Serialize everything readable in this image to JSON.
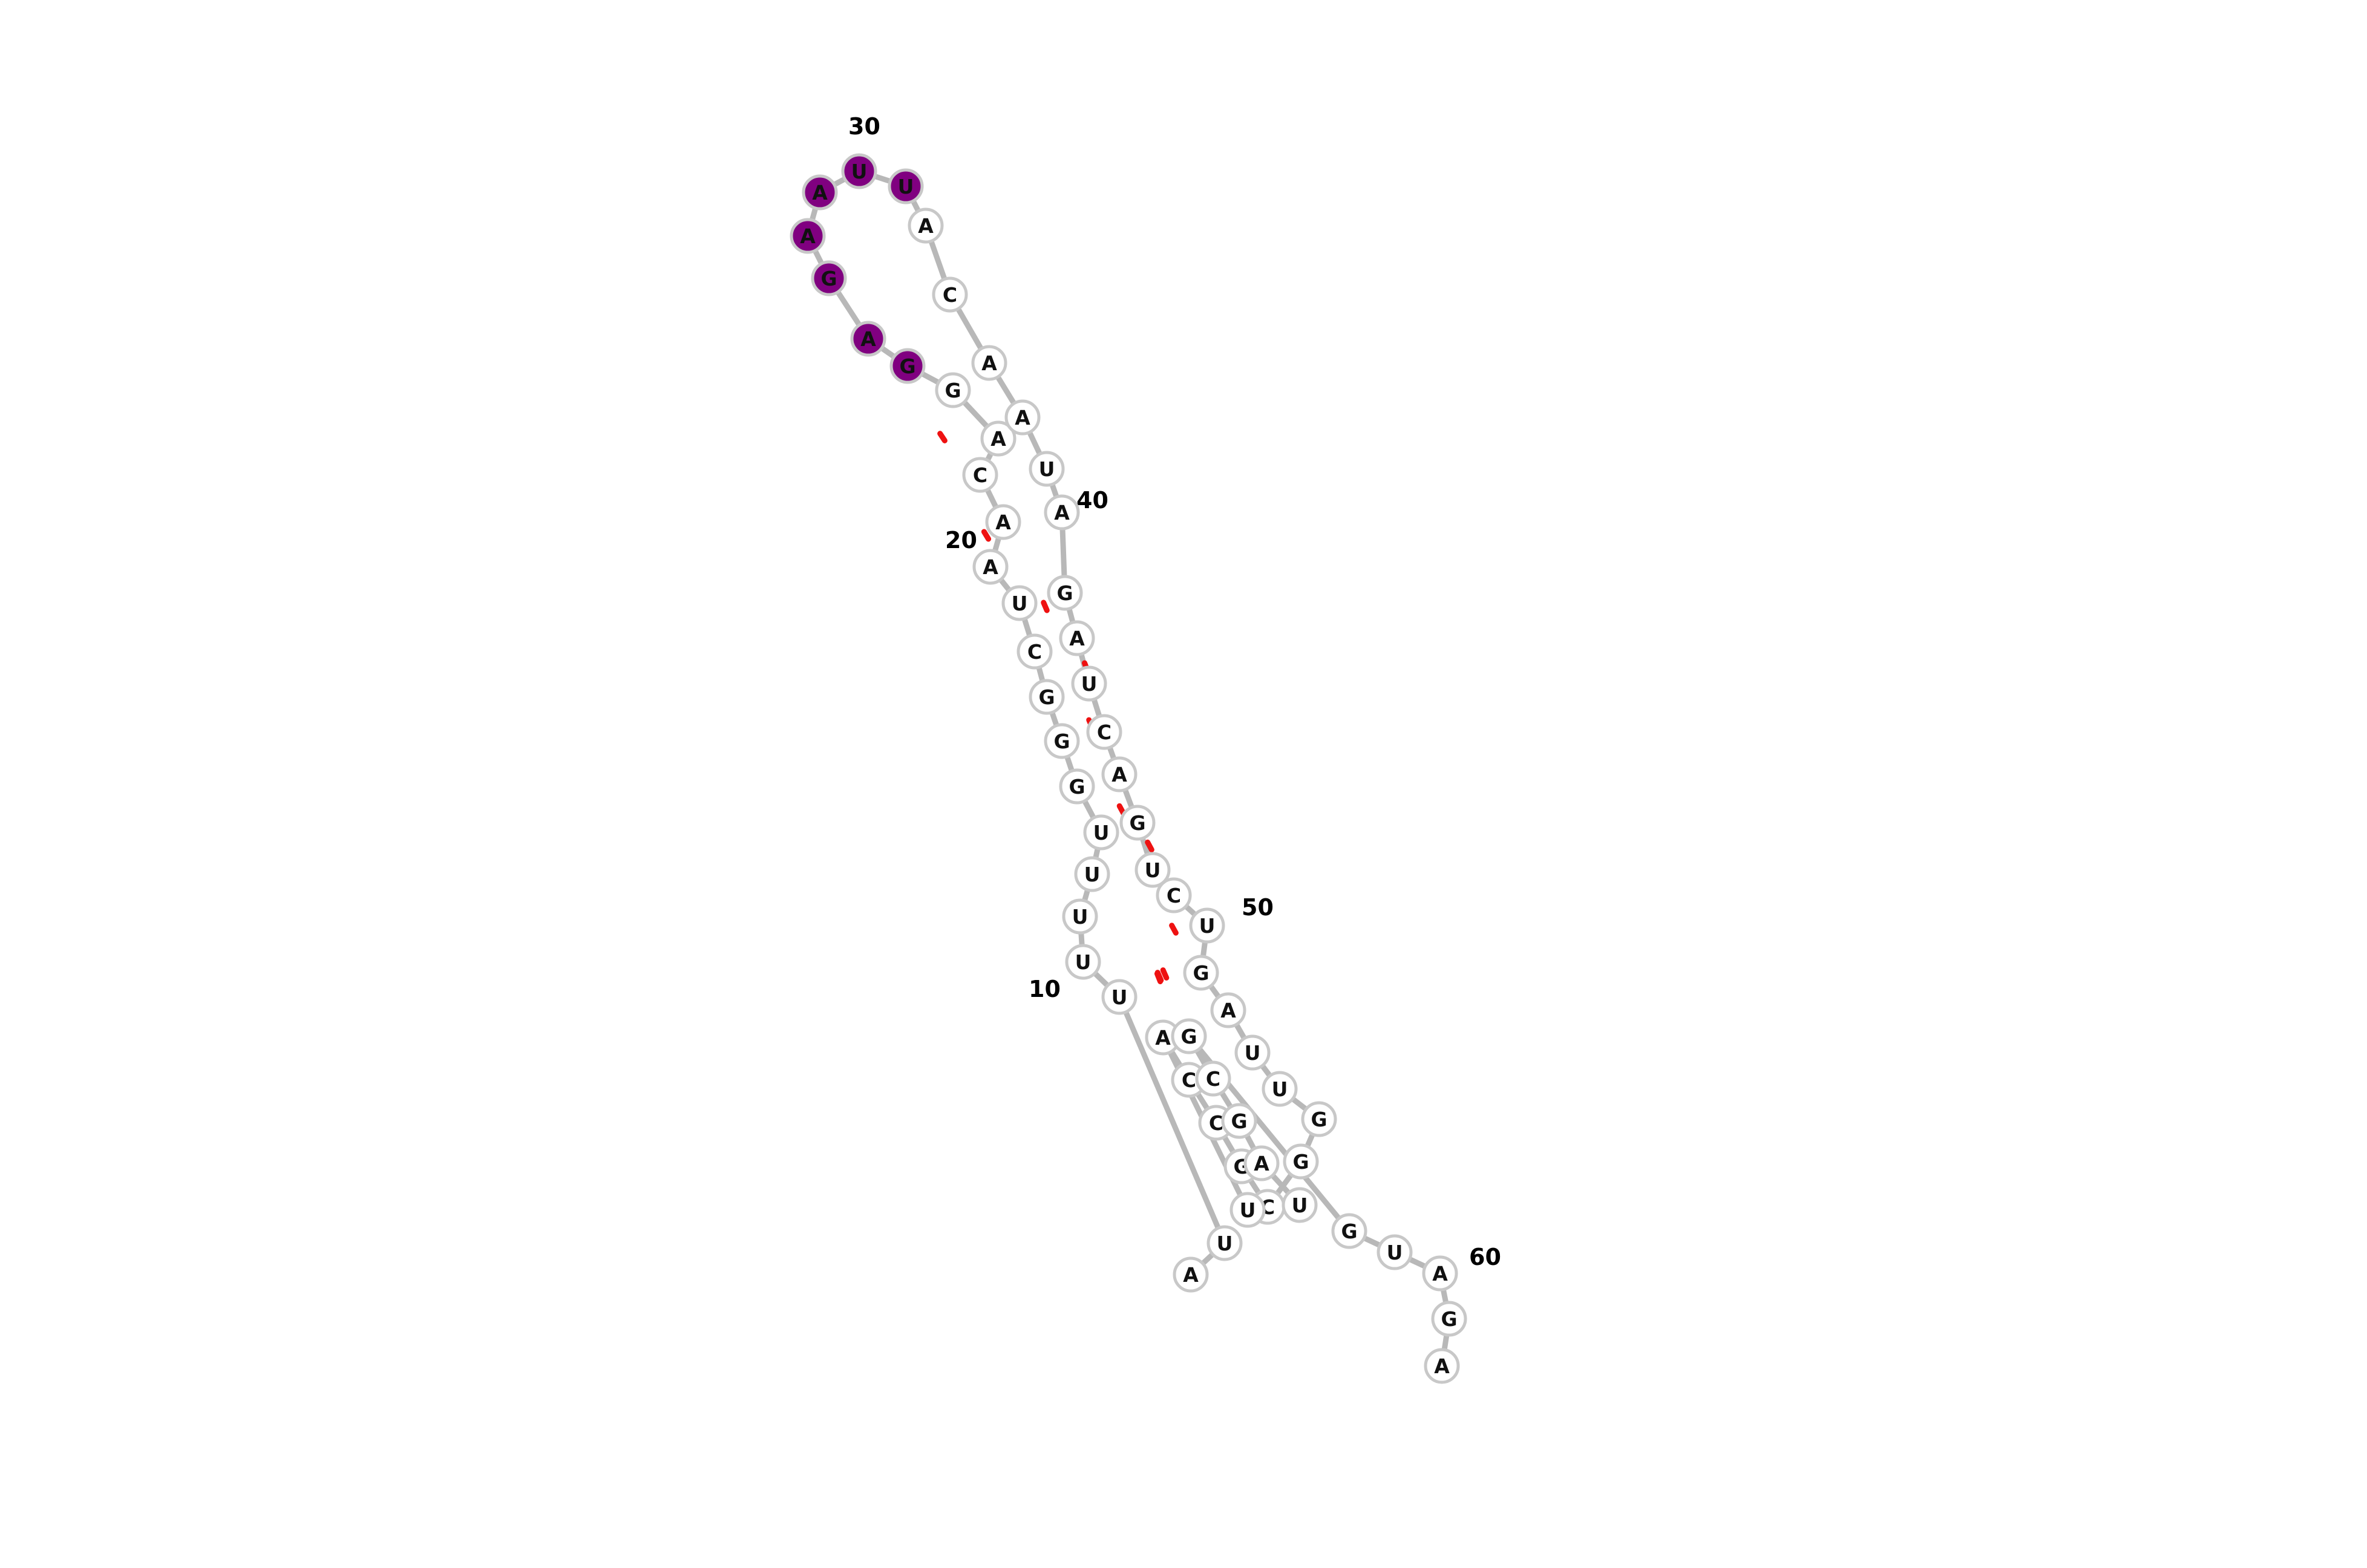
{
  "diagram": {
    "type": "rna-secondary-structure",
    "sequence": [
      "A",
      "U",
      "U",
      "U",
      "U",
      "U",
      "U",
      "G",
      "G",
      "G",
      "C",
      "U",
      "A",
      "A",
      "C",
      "A",
      "G",
      "G",
      "A",
      "G",
      "A",
      "A",
      "U",
      "U",
      "A",
      "C",
      "A",
      "A",
      "U",
      "A",
      "G",
      "A",
      "U",
      "C",
      "A",
      "G",
      "U",
      "C",
      "U",
      "G",
      "A",
      "U",
      "U",
      "G",
      "G",
      "C",
      "G",
      "C",
      "C",
      "A",
      "U",
      "U",
      "A",
      "G",
      "C",
      "G",
      "G",
      "U",
      "A",
      "G",
      "A"
    ],
    "base_pairs": [
      [
        6,
        47
      ],
      [
        7,
        46
      ],
      [
        8,
        45
      ],
      [
        9,
        44
      ],
      [
        10,
        43
      ],
      [
        11,
        42
      ],
      [
        12,
        41
      ],
      [
        14,
        39
      ],
      [
        15,
        37
      ],
      [
        16,
        35
      ],
      [
        18,
        33
      ],
      [
        20,
        31
      ],
      [
        51,
        57
      ],
      [
        52,
        56
      ],
      [
        53,
        55
      ],
      [
        54,
        54
      ]
    ],
    "highlighted": [
      17,
      18,
      19,
      20,
      21,
      22,
      23
    ],
    "position_labels": [
      {
        "index": 0,
        "text": "10"
      },
      {
        "index": 1,
        "text": "20"
      },
      {
        "index": 2,
        "text": "30"
      },
      {
        "index": 3,
        "text": "40"
      },
      {
        "index": 4,
        "text": "50"
      },
      {
        "index": 5,
        "text": "60"
      }
    ],
    "colors": {
      "backbone": "#b8b8b8",
      "pair_link": "#ee1111",
      "circle_fill": "#ffffff",
      "circle_stroke": "#c8c8c8",
      "highlight_fill": "#800080",
      "highlight_stroke": "#b070b0",
      "letter": "#111111",
      "label": "#000000"
    }
  }
}
